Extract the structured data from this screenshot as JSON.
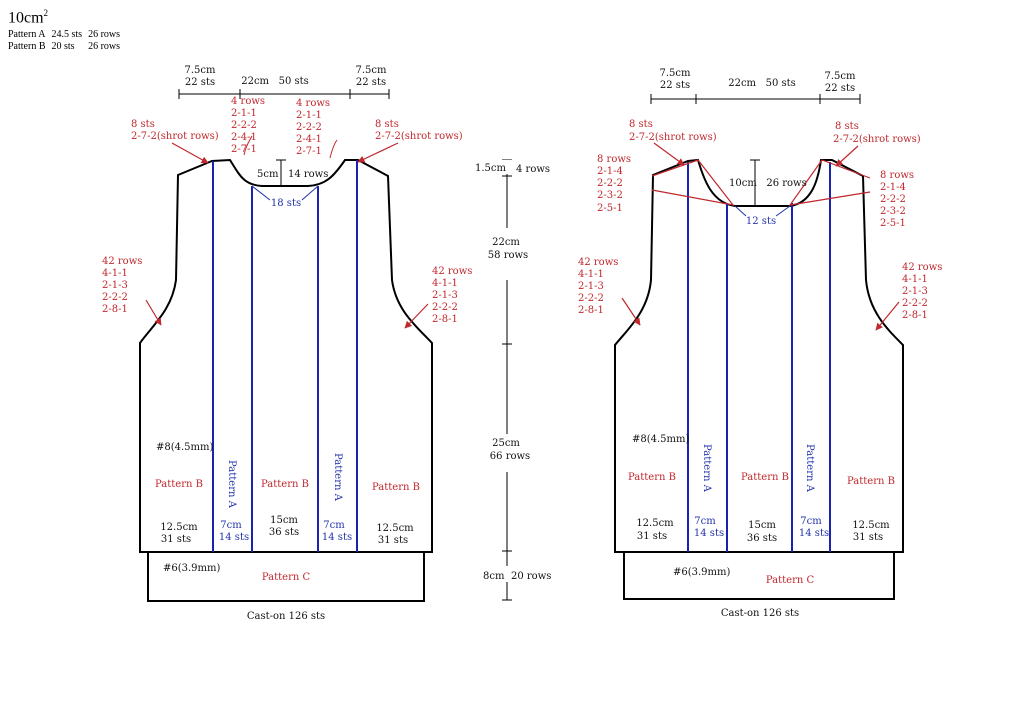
{
  "gauge": {
    "title": "10cm",
    "sup": "2",
    "rows": [
      {
        "name": "Pattern A",
        "sts": "24.5 sts",
        "rows": "26 rows"
      },
      {
        "name": "Pattern B",
        "sts": "20 sts",
        "rows": "26 rows"
      }
    ]
  },
  "colors": {
    "outline": "#000000",
    "annot": "#c0282d",
    "panel": "#1a22b0"
  },
  "front": {
    "top_left": [
      "7.5cm",
      "22 sts"
    ],
    "top_mid": "22cm   50 sts",
    "top_right": [
      "7.5cm",
      "22 sts"
    ],
    "neck_dec_left": [
      "4 rows",
      "2-1-1",
      "2-2-2",
      "2-4-1",
      "2-7-1"
    ],
    "neck_dec_right": [
      "4 rows",
      "2-1-1",
      "2-2-2",
      "2-4-1",
      "2-7-1"
    ],
    "shoulder_left": [
      "8 sts",
      "2-7-2(shrot rows)"
    ],
    "shoulder_right": [
      "8 sts",
      "2-7-2(shrot rows)"
    ],
    "neck_depth": "5cm   14 rows",
    "neck_sts": "18 sts",
    "armhole_left": [
      "42 rows",
      "4-1-1",
      "2-1-3",
      "2-2-2",
      "2-8-1"
    ],
    "armhole_right": [
      "42 rows",
      "4-1-1",
      "2-1-3",
      "2-2-2",
      "2-8-1"
    ],
    "needle_body": "#8(4.5mm)",
    "needle_rib": "#6(3.9mm)",
    "pattern_a": "Pattern A",
    "pattern_b": "Pattern B",
    "pattern_c": "Pattern C",
    "side_w": [
      "12.5cm",
      "31 sts"
    ],
    "cable_w": [
      "7cm",
      "14 sts"
    ],
    "center_w": [
      "15cm",
      "36 sts"
    ],
    "cast_on": "Cast-on 126 sts"
  },
  "measures": {
    "shoulder": [
      "1.5cm",
      "4 rows"
    ],
    "armhole": [
      "22cm",
      "58 rows"
    ],
    "body": [
      "25cm",
      "66 rows"
    ],
    "rib": [
      "8cm",
      "20 rows"
    ]
  },
  "back": {
    "top_left": [
      "7.5cm",
      "22 sts"
    ],
    "top_mid": "22cm   50 sts",
    "top_right": [
      "7.5cm",
      "22 sts"
    ],
    "shoulder_left": [
      "8 sts",
      "2-7-2(shrot rows)"
    ],
    "shoulder_right": [
      "8 sts",
      "2-7-2(shrot rows)"
    ],
    "neck_dec_left": [
      "8 rows",
      "2-1-4",
      "2-2-2",
      "2-3-2",
      "2-5-1"
    ],
    "neck_dec_right": [
      "8 rows",
      "2-1-4",
      "2-2-2",
      "2-3-2",
      "2-5-1"
    ],
    "neck_depth": "10cm   26 rows",
    "neck_sts": "12 sts",
    "armhole_left": [
      "42 rows",
      "4-1-1",
      "2-1-3",
      "2-2-2",
      "2-8-1"
    ],
    "armhole_right": [
      "42 rows",
      "4-1-1",
      "2-1-3",
      "2-2-2",
      "2-8-1"
    ],
    "needle_body": "#8(4.5mm)",
    "needle_rib": "#6(3.9mm)",
    "pattern_a": "Pattern A",
    "pattern_b": "Pattern B",
    "pattern_c": "Pattern C",
    "side_w": [
      "12.5cm",
      "31 sts"
    ],
    "cable_w": [
      "7cm",
      "14 sts"
    ],
    "center_w": [
      "15cm",
      "36 sts"
    ],
    "cast_on": "Cast-on 126 sts"
  }
}
